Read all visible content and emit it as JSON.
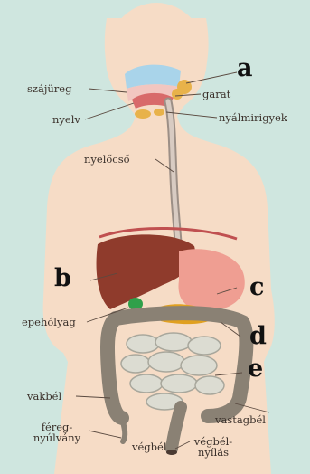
{
  "colors": {
    "background": "#cfe6df",
    "skin": "#f6dcc6",
    "liver": "#8f3b2c",
    "stomach": "#ef9e92",
    "colon": "#8a8174",
    "small_intestine": "#dcdcd2",
    "gallbladder": "#2fa04a",
    "pancreas": "#e0a020",
    "salivary_glands": "#e8b24a"
  },
  "letters": {
    "a": "a",
    "b": "b",
    "c": "c",
    "d": "d",
    "e": "e"
  },
  "labels": {
    "mouth": "szájüreg",
    "pharynx": "garat",
    "tongue": "nyelv",
    "salivary": "nyálmirigyek",
    "esophagus": "nyelőcső",
    "gallbladder": "epehólyag",
    "cecum": "vakbél",
    "appendix": "féreg-\nnyúlvány",
    "colon": "vastagbél",
    "rectum": "végbél",
    "anus": "végbél-\nnyílás"
  }
}
